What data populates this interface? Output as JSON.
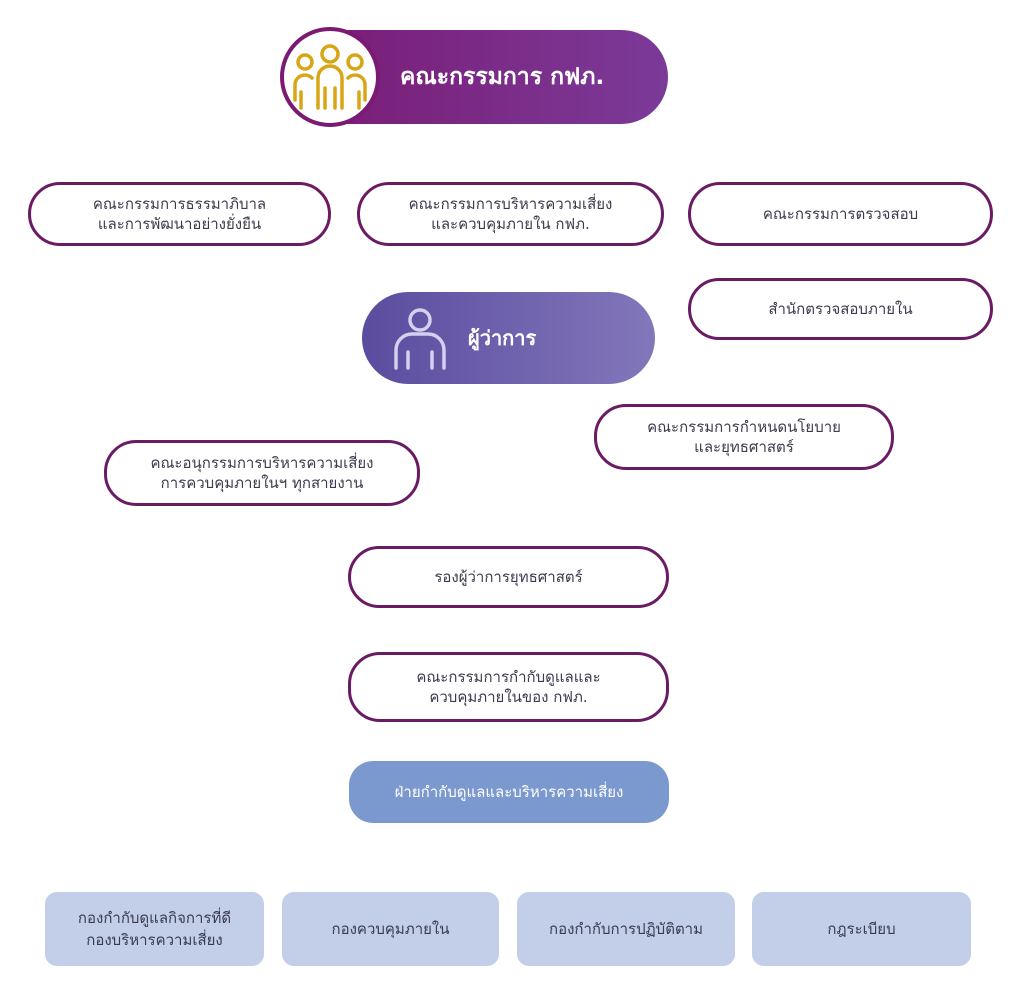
{
  "board": {
    "title": "คณะกรรมการ กฟภ.",
    "icon": "people-group-icon"
  },
  "committees": {
    "governance": "คณะกรรมการธรรมาภิบาล\nและการพัฒนาอย่างยั่งยืน",
    "risk": "คณะกรรมการบริหารความเสี่ยง\nและควบคุมภายใน กฟภ.",
    "audit": "คณะกรรมการตรวจสอบ"
  },
  "internal_audit_office": "สำนักตรวจสอบภายใน",
  "governor": {
    "title": "ผู้ว่าการ",
    "icon": "person-icon"
  },
  "policy_committee": "คณะกรรมการกำหนดนโยบาย\nและยุทธศาสตร์",
  "risk_subcommittee": "คณะอนุกรรมการบริหารความเสี่ยง\nการควบคุมภายในฯ ทุกสายงาน",
  "deputy_governor": "รองผู้ว่าการยุทธศาสตร์",
  "oversight_committee": "คณะกรรมการกำกับดูแลและ\nควบคุมภายในของ กฟภ.",
  "department": "ฝ่ายกำกับดูแลและบริหารความเสี่ยง",
  "divisions": [
    "กองกำกับดูแลกิจการที่ดี\nกองบริหารความเสี่ยง",
    "กองควบคุมภายใน",
    "กองกำกับการปฏิบัติตาม",
    "กฎระเบียบ"
  ],
  "colors": {
    "purple": "#6a1b63",
    "violet": "#7a3a98",
    "governor_purple": "#6c5fad",
    "department_blue": "#7b98cf",
    "division_blue": "#c3cfe8"
  }
}
